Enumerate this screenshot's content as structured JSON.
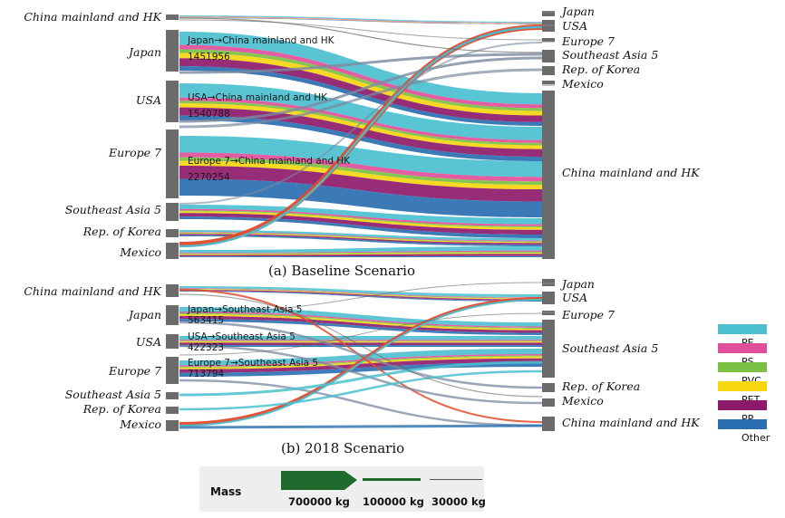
{
  "colors": {
    "PE": "#4bbfcf",
    "PS": "#e04f9a",
    "PVC": "#7bc043",
    "PET": "#f5d60f",
    "PP": "#8e1a6b",
    "Other": "#2a6fb0",
    "node": "#6b6b6b",
    "mass_dark": "#1f6b2e"
  },
  "panel_a": {
    "caption": "(a) Baseline Scenario",
    "source_labels": [
      "China mainland and HK",
      "Japan",
      "USA",
      "Europe 7",
      "Southeast Asia 5",
      "Rep. of Korea",
      "Mexico"
    ],
    "target_labels": [
      "Japan",
      "USA",
      "Europe 7",
      "Southeast Asia 5",
      "Rep. of Korea",
      "Mexico",
      "China mainland and HK"
    ],
    "annotations": [
      {
        "flow": "Japan→China mainland and HK",
        "value": "1451956"
      },
      {
        "flow": "USA→China mainland and HK",
        "value": "1540788"
      },
      {
        "flow": "Europe 7→China mainland and HK",
        "value": "2270254"
      }
    ]
  },
  "panel_b": {
    "caption": "(b) 2018 Scenario",
    "source_labels": [
      "China mainland and HK",
      "Japan",
      "USA",
      "Europe 7",
      "Southeast Asia 5",
      "Rep. of Korea",
      "Mexico"
    ],
    "target_labels": [
      "Japan",
      "USA",
      "Europe 7",
      "Southeast Asia 5",
      "Rep. of Korea",
      "Mexico",
      "China mainland and HK"
    ],
    "annotations": [
      {
        "flow": "Japan→Southeast Asia 5",
        "value": "563415"
      },
      {
        "flow": "USA→Southeast Asia 5",
        "value": "422323"
      },
      {
        "flow": "Europe 7→Southeast Asia 5",
        "value": "713794"
      }
    ]
  },
  "legend": [
    "PE",
    "PS",
    "PVC",
    "PET",
    "PP",
    "Other"
  ],
  "mass_scale": {
    "title": "Mass",
    "labels": [
      "700000 kg",
      "100000 kg",
      "30000 kg"
    ]
  }
}
